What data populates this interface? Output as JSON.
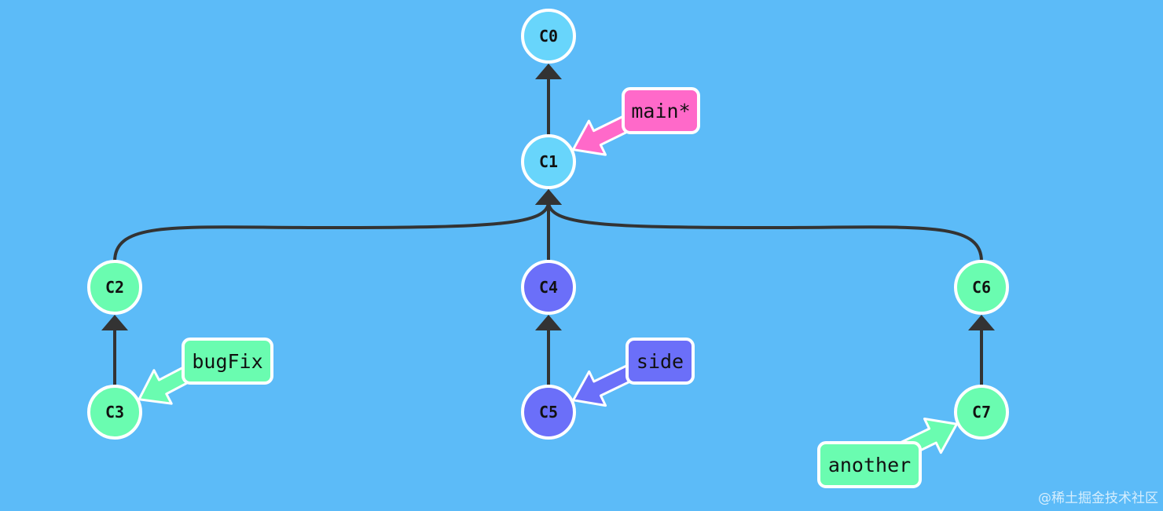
{
  "graph": {
    "commits": [
      {
        "id": "C0",
        "label": "C0",
        "color": "#68d5fb"
      },
      {
        "id": "C1",
        "label": "C1",
        "color": "#68d5fb"
      },
      {
        "id": "C2",
        "label": "C2",
        "color": "#6afcb0"
      },
      {
        "id": "C3",
        "label": "C3",
        "color": "#6afcb0"
      },
      {
        "id": "C4",
        "label": "C4",
        "color": "#6b6ff9"
      },
      {
        "id": "C5",
        "label": "C5",
        "color": "#6b6ff9"
      },
      {
        "id": "C6",
        "label": "C6",
        "color": "#6afcb0"
      },
      {
        "id": "C7",
        "label": "C7",
        "color": "#6afcb0"
      }
    ],
    "parents": [
      {
        "child": "C1",
        "parent": "C0"
      },
      {
        "child": "C2",
        "parent": "C1"
      },
      {
        "child": "C4",
        "parent": "C1"
      },
      {
        "child": "C6",
        "parent": "C1"
      },
      {
        "child": "C3",
        "parent": "C2"
      },
      {
        "child": "C5",
        "parent": "C4"
      },
      {
        "child": "C7",
        "parent": "C6"
      }
    ],
    "branches": [
      {
        "name": "main*",
        "target": "C1",
        "color": "#ff69c9"
      },
      {
        "name": "bugFix",
        "target": "C3",
        "color": "#6afcb0"
      },
      {
        "name": "side",
        "target": "C5",
        "color": "#6b6ff9"
      },
      {
        "name": "another",
        "target": "C7",
        "color": "#6afcb0"
      }
    ]
  },
  "watermark": "@稀土掘金技术社区"
}
